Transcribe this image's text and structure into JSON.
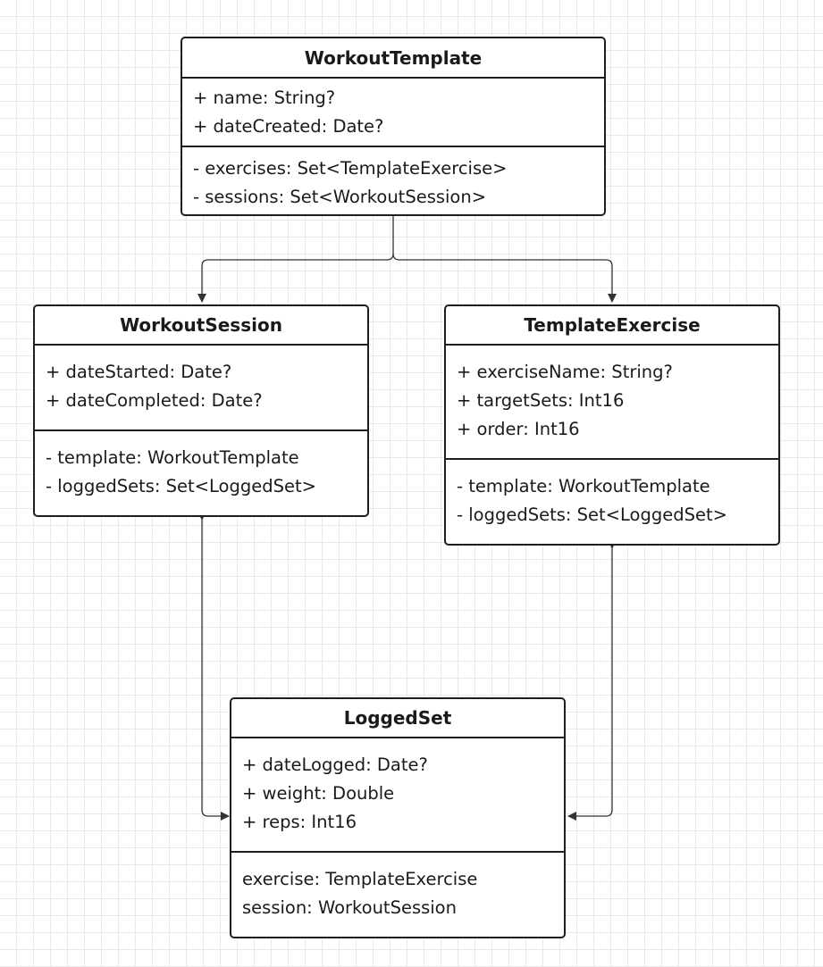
{
  "classes": {
    "workout_template": {
      "name": "WorkoutTemplate",
      "attributes": [
        "+ name: String?",
        "+ dateCreated: Date?"
      ],
      "relationships": [
        "- exercises: Set<TemplateExercise>",
        "- sessions: Set<WorkoutSession>"
      ]
    },
    "workout_session": {
      "name": "WorkoutSession",
      "attributes": [
        "+ dateStarted: Date?",
        "+ dateCompleted: Date?"
      ],
      "relationships": [
        "- template: WorkoutTemplate",
        "- loggedSets: Set<LoggedSet>"
      ]
    },
    "template_exercise": {
      "name": "TemplateExercise",
      "attributes": [
        "+ exerciseName: String?",
        "+ targetSets: Int16",
        "+ order: Int16"
      ],
      "relationships": [
        "- template: WorkoutTemplate",
        "- loggedSets: Set<LoggedSet>"
      ]
    },
    "logged_set": {
      "name": "LoggedSet",
      "attributes": [
        "+ dateLogged: Date?",
        "+ weight: Double",
        "+ reps: Int16"
      ],
      "relationships": [
        "exercise: TemplateExercise",
        "session: WorkoutSession"
      ]
    }
  }
}
